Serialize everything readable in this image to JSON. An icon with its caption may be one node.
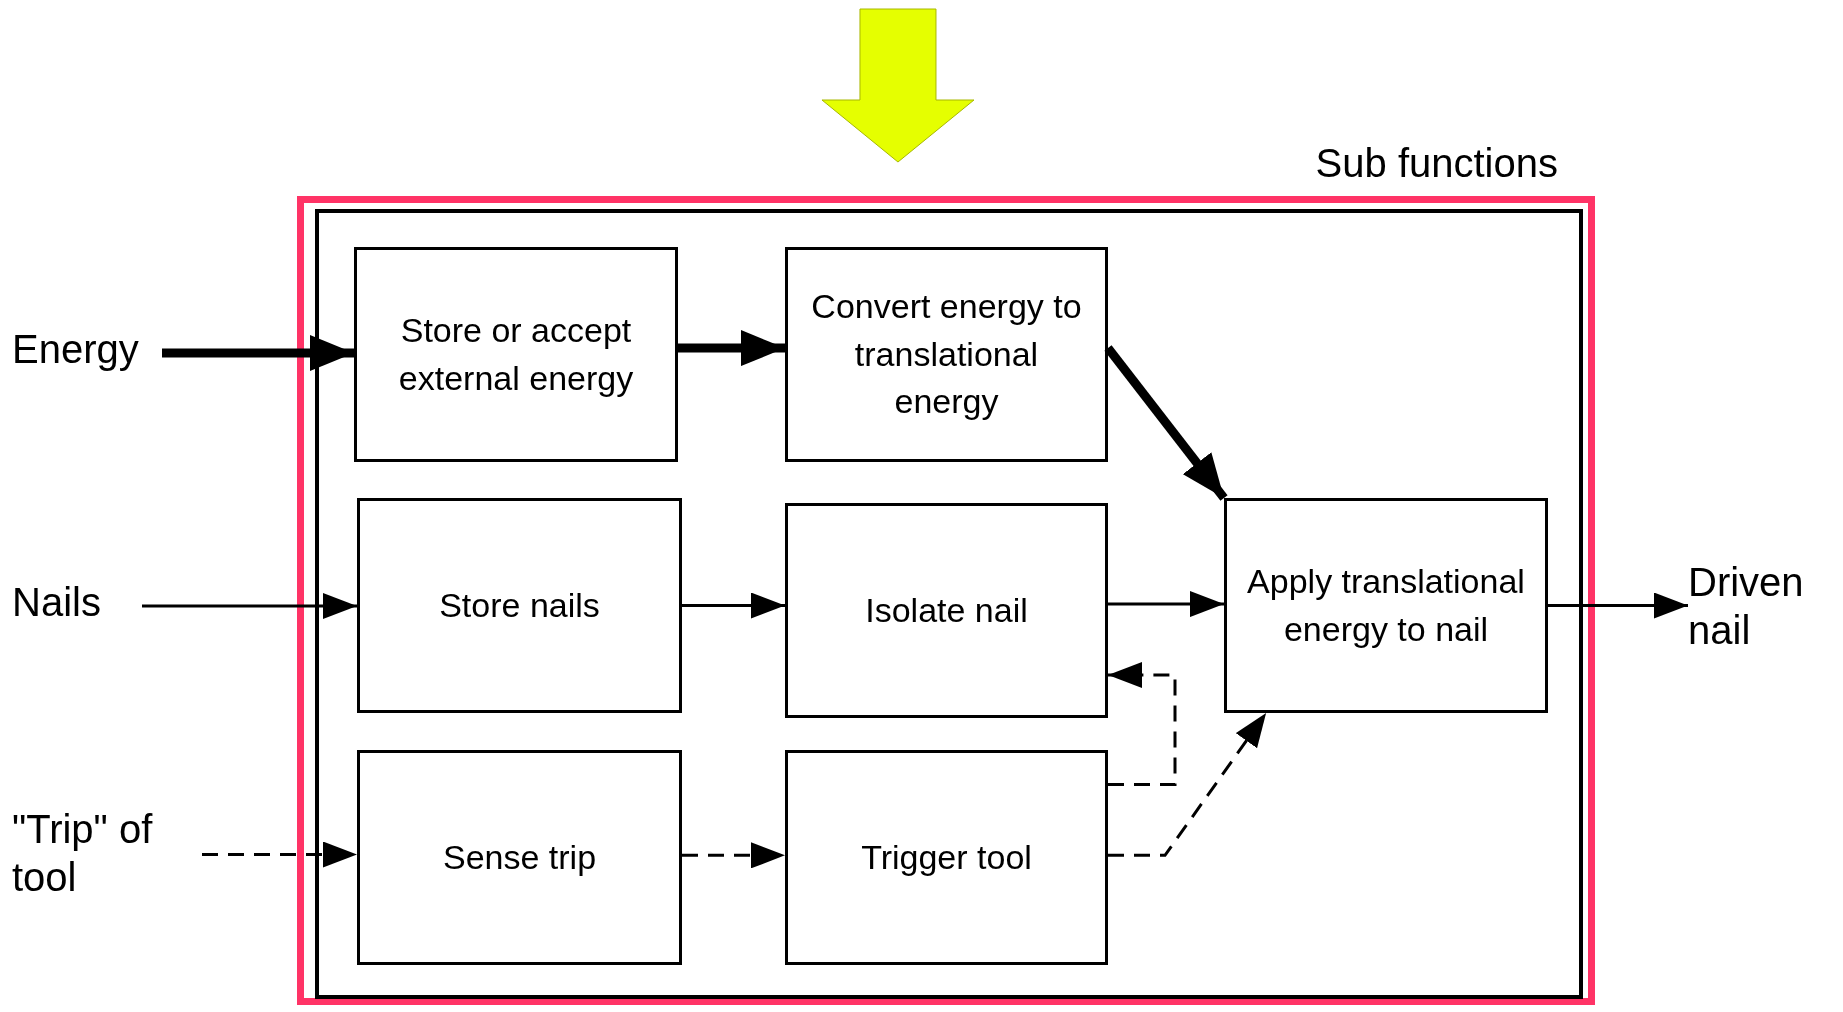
{
  "diagram": {
    "nodes": [
      {
        "text": [
          "Sub functions"
        ]
      },
      {
        "text": [
          "Energy"
        ]
      },
      {
        "text": [
          "Nails"
        ]
      },
      {
        "text": [
          "\"Trip\" of tool"
        ]
      },
      {
        "text": [
          "Store or accept external energy"
        ],
        "in": 0
      },
      {
        "text": [
          "Convert energy to translational energy"
        ],
        "in": 0
      },
      {
        "text": [
          "Store nails"
        ],
        "in": 0
      },
      {
        "text": [
          "Isolate nail"
        ],
        "in": 0
      },
      {
        "text": [
          "Apply translational energy to nail"
        ],
        "in": 0
      },
      {
        "text": [
          "Sense trip"
        ],
        "in": 0
      },
      {
        "text": [
          "Trigger tool"
        ],
        "in": 0
      },
      {
        "text": [
          "Driven nail"
        ]
      }
    ],
    "edges": [
      {
        "from": 1,
        "to": 4,
        "arrow": "to",
        "style": "thick"
      },
      {
        "from": 4,
        "to": 5,
        "arrow": "to",
        "style": "thick"
      },
      {
        "from": 5,
        "to": 8,
        "arrow": "to",
        "style": "thick"
      },
      {
        "from": 2,
        "to": 6,
        "arrow": "to"
      },
      {
        "from": 6,
        "to": 7,
        "arrow": "to"
      },
      {
        "from": 7,
        "to": 8,
        "arrow": "to"
      },
      {
        "from": 8,
        "to": 11,
        "arrow": "to"
      },
      {
        "from": 3,
        "to": 9,
        "arrow": "to",
        "style": "dashed"
      },
      {
        "from": 9,
        "to": 10,
        "arrow": "to",
        "style": "dashed"
      },
      {
        "from": 10,
        "to": 7,
        "arrow": "to",
        "style": "dashed"
      },
      {
        "from": 10,
        "to": 8,
        "arrow": "to",
        "style": "dashed"
      },
      {
        "from": null,
        "to": 0,
        "arrow": "to",
        "style": "thick",
        "color": "#e5ff00"
      }
    ]
  }
}
